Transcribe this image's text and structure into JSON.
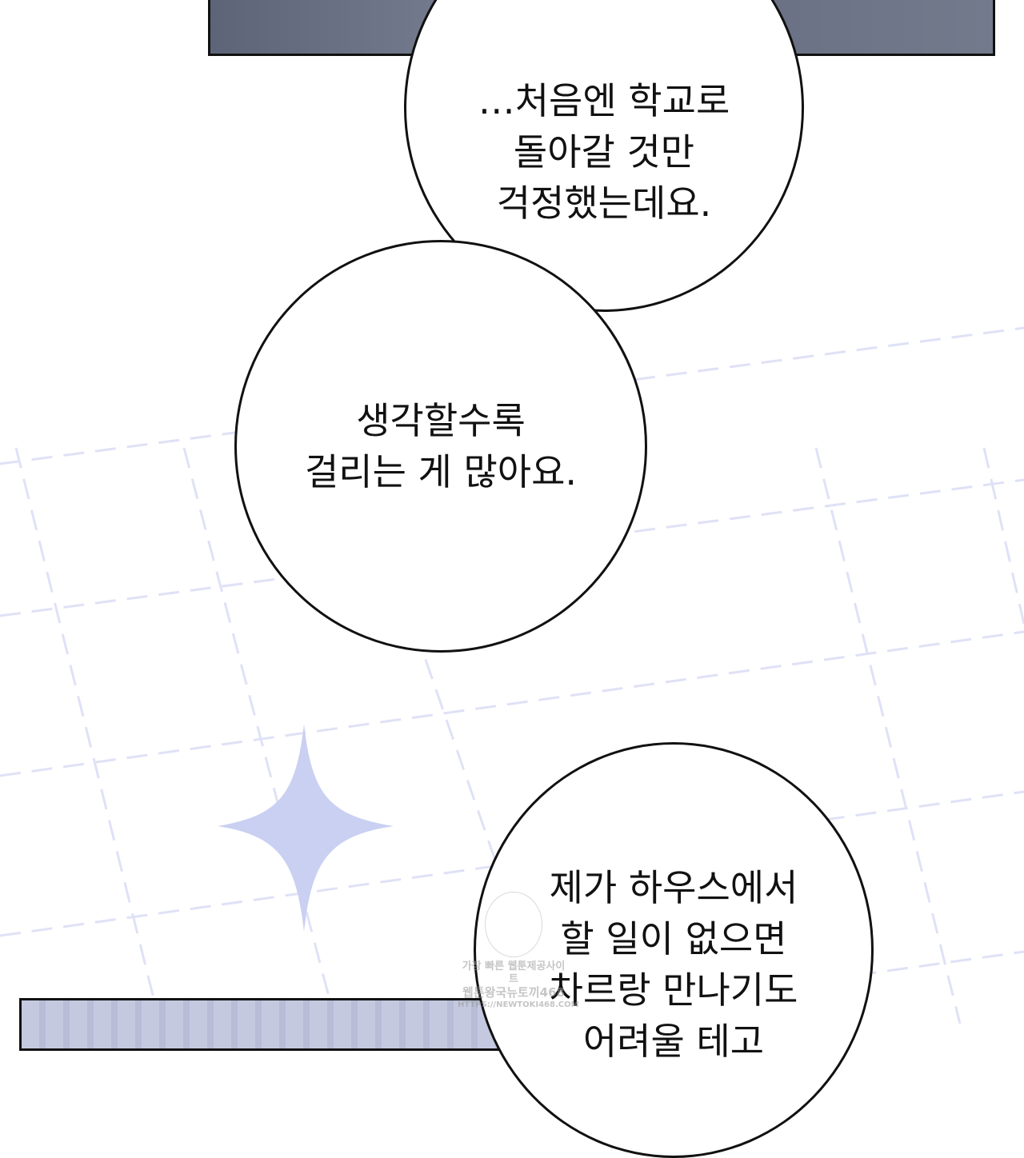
{
  "bubbles": [
    {
      "lines": [
        "…처음엔 학교로",
        "돌아갈 것만",
        "걱정했는데요."
      ]
    },
    {
      "lines": [
        "생각할수록",
        "걸리는 게 많아요."
      ]
    },
    {
      "lines": [
        "제가 하우스에서",
        "할 일이 없으면",
        "차르랑 만나기도",
        "어려울 테고"
      ]
    }
  ],
  "watermark": {
    "line1": "가장 빠른 웹툰제공사이트",
    "line2": "웹툰왕국뉴토끼468",
    "line3": "HTTPS://NEWTOKI468.COM"
  },
  "colors": {
    "grid": "#d9dcf5",
    "sparkle": "#c9d0f2",
    "panel_top": "#6e7588"
  }
}
